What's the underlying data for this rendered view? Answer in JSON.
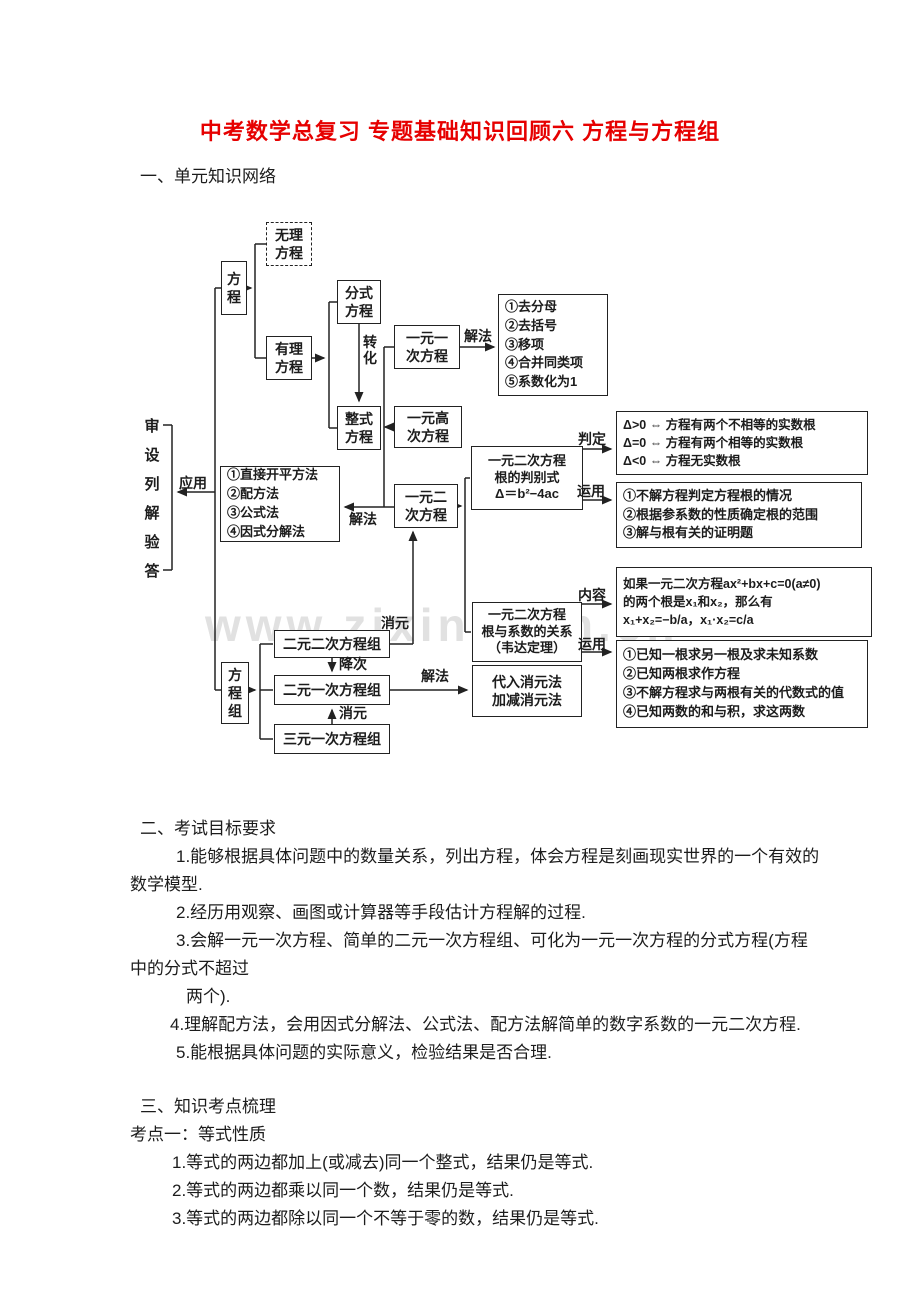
{
  "title": "中考数学总复习 专题基础知识回顾六 方程与方程组",
  "section1_heading": "一、单元知识网络",
  "watermark": "www.zixin.com.cn",
  "diagram": {
    "boxes": {
      "equation": "方\n程",
      "irrational": "无理\n方程",
      "rational": "有理\n方程",
      "fractional": "分式\n方程",
      "integral": "整式\n方程",
      "linear_one": "一元一\n次方程",
      "linear_solve_steps": "①去分母\n②去括号\n③移项\n④合并同类项\n⑤系数化为1",
      "higher_degree": "一元高\n次方程",
      "quadratic": "一元二\n次方程",
      "quadratic_methods": "①直接开平方法\n②配方法\n③公式法\n④因式分解法",
      "discriminant": "一元二次方程\n根的判别式\nΔ＝b²−4ac",
      "discriminant_cases": "Δ>0 ⇔ 方程有两个不相等的实数根\nΔ=0 ⇔ 方程有两个相等的实数根\nΔ<0 ⇔ 方程无实数根",
      "discriminant_uses": "①不解方程判定方程根的情况\n②根据参系数的性质确定根的范围\n③解与根有关的证明题",
      "vieta": "一元二次方程\n根与系数的关系\n（韦达定理）",
      "vieta_content": "如果一元二次方程ax²+bx+c=0(a≠0)\n的两个根是x₁和x₂，那么有\nx₁+x₂=−b/a，x₁·x₂=c/a",
      "vieta_uses": "①已知一根求另一根及求未知系数\n②已知两根求作方程\n③不解方程求与两根有关的代数式的值\n④已知两数的和与积，求这两数",
      "elimination_methods": "代入消元法\n加减消元法",
      "system": "方\n程\n组",
      "sys_2v2d": "二元二次方程组",
      "sys_2v1d": "二元一次方程组",
      "sys_3v1d": "三元一次方程组"
    },
    "labels": {
      "steps": "审\n设\n列\n解\n验\n答",
      "apply": "应用",
      "transform": "转\n化",
      "solve1": "解法",
      "solve2": "解法",
      "solve3": "解法",
      "judge": "判定",
      "use1": "运用",
      "content": "内容",
      "use2": "运用",
      "eliminate1": "消元",
      "reduce": "降次",
      "eliminate2": "消元"
    }
  },
  "section2": {
    "heading": "二、考试目标要求",
    "lines": [
      "1.能够根据具体问题中的数量关系，列出方程，体会方程是刻画现实世界的一个有效的",
      "数学模型.",
      "2.经历用观察、画图或计算器等手段估计方程解的过程.",
      "3.会解一元一次方程、简单的二元一次方程组、可化为一元一次方程的分式方程(方程",
      "中的分式不超过",
      "两个).",
      "4.理解配方法，会用因式分解法、公式法、配方法解简单的数字系数的一元二次方程.",
      "5.能根据具体问题的实际意义，检验结果是否合理."
    ]
  },
  "section3": {
    "heading": "三、知识考点梳理",
    "lines": [
      "考点一：等式性质",
      "1.等式的两边都加上(或减去)同一个整式，结果仍是等式.",
      "2.等式的两边都乘以同一个数，结果仍是等式.",
      "3.等式的两边都除以同一个不等于零的数，结果仍是等式."
    ]
  }
}
